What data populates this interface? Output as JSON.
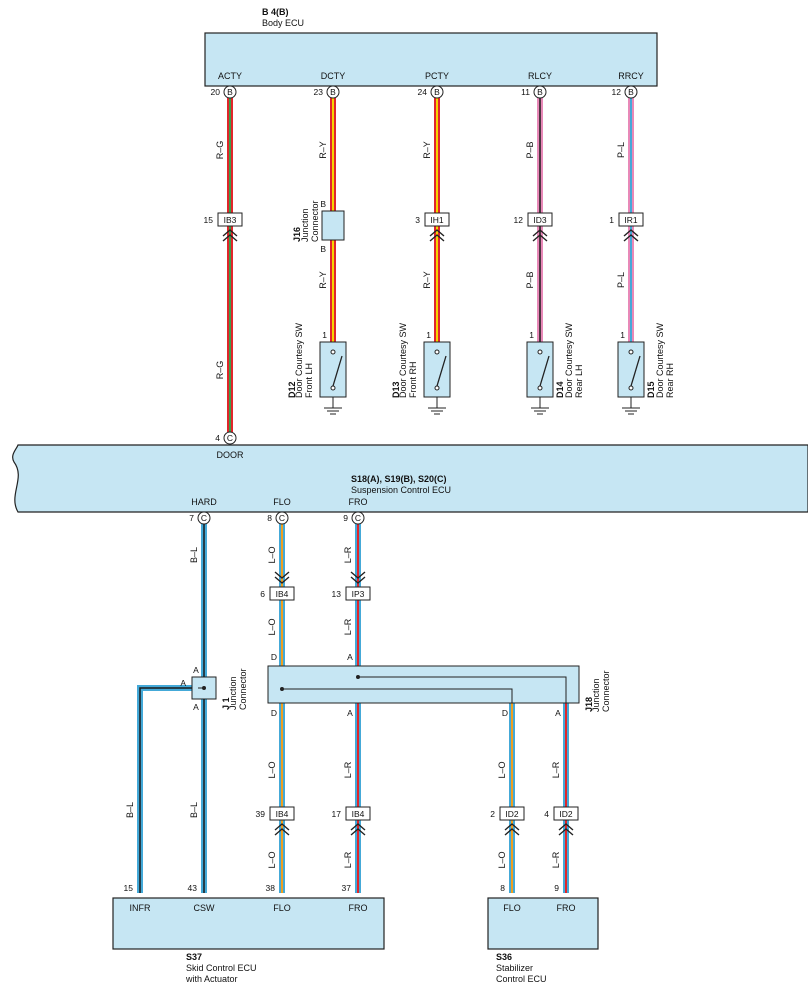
{
  "body_ecu": {
    "code": "B 4(B)",
    "name": "Body ECU",
    "pins": [
      {
        "signal": "ACTY",
        "pin": "20",
        "conn": "B"
      },
      {
        "signal": "DCTY",
        "pin": "23",
        "conn": "B"
      },
      {
        "signal": "PCTY",
        "pin": "24",
        "conn": "B"
      },
      {
        "signal": "RLCY",
        "pin": "11",
        "conn": "B"
      },
      {
        "signal": "RRCY",
        "pin": "12",
        "conn": "B"
      }
    ]
  },
  "wires_top": {
    "acty": [
      "R–G",
      "R–G"
    ],
    "dcty": [
      "R–Y",
      "R–Y"
    ],
    "pcty": [
      "R–Y",
      "R–Y"
    ],
    "rlcy": [
      "P–B",
      "P–B"
    ],
    "rrcy": [
      "P–L",
      "P–L"
    ]
  },
  "inline_connectors_top": [
    {
      "pin": "15",
      "name": "IB3"
    },
    {
      "pin": "3",
      "name": "IH1"
    },
    {
      "pin": "12",
      "name": "ID3"
    },
    {
      "pin": "1",
      "name": "IR1"
    }
  ],
  "j16": {
    "code": "J16",
    "label_line1": "Junction",
    "label_line2": "Connector",
    "pin_top": "B",
    "pin_bottom": "B"
  },
  "door_switches": [
    {
      "code": "D12",
      "line1": "Door Courtesy SW",
      "line2": "Front LH",
      "pin": "1"
    },
    {
      "code": "D13",
      "line1": "Door Courtesy SW",
      "line2": "Front RH",
      "pin": "1"
    },
    {
      "code": "D14",
      "line1": "Door Courtesy SW",
      "line2": "Rear LH",
      "pin": "1"
    },
    {
      "code": "D15",
      "line1": "Door Courtesy SW",
      "line2": "Rear RH",
      "pin": "1"
    }
  ],
  "suspension_ecu": {
    "code": "S18(A), S19(B), S20(C)",
    "name": "Suspension Control ECU",
    "door_pin": {
      "signal": "DOOR",
      "pin": "4",
      "conn": "C"
    },
    "bottom_pins": [
      {
        "signal": "HARD",
        "pin": "7",
        "conn": "C"
      },
      {
        "signal": "FLO",
        "pin": "8",
        "conn": "C"
      },
      {
        "signal": "FRO",
        "pin": "9",
        "conn": "C"
      }
    ]
  },
  "wires_mid": {
    "hard": "B–L",
    "flo": [
      "L–O",
      "L–O"
    ],
    "fro": [
      "L–R",
      "L–R"
    ]
  },
  "inline_connectors_mid": [
    {
      "pin": "6",
      "name": "IB4"
    },
    {
      "pin": "13",
      "name": "IP3"
    }
  ],
  "j1": {
    "code": "J 1",
    "label_line1": "Junction",
    "label_line2": "Connector",
    "pin_top": "A",
    "pin_left": "A",
    "pin_bottom": "A"
  },
  "j18": {
    "code": "J18",
    "label_line1": "Junction",
    "label_line2": "Connector",
    "pin_top_d": "D",
    "pin_top_a": "A",
    "pin_bot_d1": "D",
    "pin_bot_a1": "A",
    "pin_bot_d2": "D",
    "pin_bot_a2": "A"
  },
  "wires_low": {
    "infr": "B–L",
    "csw": "B–L",
    "flo": [
      "L–O",
      "L–O"
    ],
    "fro": [
      "L–R",
      "L–R"
    ],
    "stab_flo": [
      "L–O",
      "L–O"
    ],
    "stab_fro": [
      "L–R",
      "L–R"
    ]
  },
  "inline_connectors_low": [
    {
      "pin": "39",
      "name": "IB4"
    },
    {
      "pin": "17",
      "name": "IB4"
    },
    {
      "pin": "2",
      "name": "ID2"
    },
    {
      "pin": "4",
      "name": "ID2"
    }
  ],
  "skid_ecu": {
    "code": "S37",
    "line1": "Skid Control ECU",
    "line2": "with Actuator",
    "pins": [
      {
        "signal": "INFR",
        "pin": "15"
      },
      {
        "signal": "CSW",
        "pin": "43"
      },
      {
        "signal": "FLO",
        "pin": "38"
      },
      {
        "signal": "FRO",
        "pin": "37"
      }
    ]
  },
  "stabilizer_ecu": {
    "code": "S36",
    "line1": "Stabilizer",
    "line2": "Control ECU",
    "pins": [
      {
        "signal": "FLO",
        "pin": "8"
      },
      {
        "signal": "FRO",
        "pin": "9"
      }
    ]
  },
  "colors": {
    "ecu_fill": "#c6e6f3",
    "red": "#e0262b",
    "green": "#3e9b4a",
    "yellow": "#f5d400",
    "pink": "#e889b8",
    "black": "#1a1a1a",
    "blue": "#44a9d8",
    "orange": "#f0a020",
    "purple": "#8a6bb5"
  }
}
